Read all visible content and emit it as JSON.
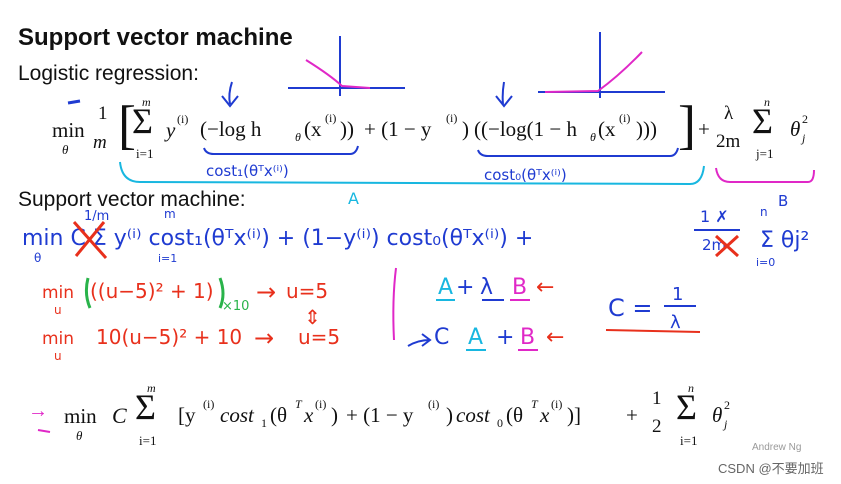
{
  "slide": {
    "title": "Support vector machine",
    "logistic_heading": "Logistic regression:",
    "svm_heading": "Support vector machine:"
  },
  "eq_logistic": {
    "min": "min",
    "min_sub": "θ",
    "frac_num": "1",
    "frac_den": "m",
    "sum_top": "m",
    "sum_bot": "i=1",
    "y_i": "y",
    "sup_i": "(i)",
    "neg_log_h": "(−log h",
    "theta_sub": "θ",
    "x_i": "(x",
    "close": "))",
    "plus_one_minus_y": "+ (1 − y",
    "neg_log_one_minus_h": "((−log(1 − h",
    "close2": ")))",
    "bracket_close": "]",
    "plus": "+",
    "lambda": "λ",
    "two_m": "2m",
    "sum2_top": "n",
    "sum2_bot": "j=1",
    "theta_j": "θ",
    "theta_j_sub": "j",
    "theta_j_sup": "2"
  },
  "eq_final": {
    "arrow": "→",
    "min": "min",
    "min_sub": "θ",
    "C": "C",
    "sum_top": "m",
    "sum_bot": "i=1",
    "open": "[y",
    "sup_i": "(i)",
    "cost1": "cost",
    "sub1": "1",
    "theta_T_x": "(θ",
    "sup_T": "T",
    "x_part": "x",
    "close_paren": ")",
    "plus_one_minus_y": "+ (1 − y",
    "cost0": "cost",
    "sub0": "0",
    "close_bracket": ")]",
    "plus": "+",
    "half_num": "1",
    "half_den": "2",
    "sum2_top": "n",
    "sum2_bot": "i=1",
    "theta_j": "θ",
    "theta_j_sub": "j",
    "theta_j_sup": "2"
  },
  "annotations": {
    "cost1_label": "cost₁(θᵀx⁽ⁱ⁾)",
    "cost0_label": "cost₀(θᵀx⁽ⁱ⁾)",
    "A_label": "A",
    "B_label": "B",
    "svm_line": "min  C  Σ y⁽ⁱ⁾ cost₁(θᵀx⁽ⁱ⁾) + (1−y⁽ⁱ⁾) cost₀(θᵀx⁽ⁱ⁾)  +",
    "svm_min_sub": "θ",
    "svm_m_over": "1/m",
    "svm_sum_top": "m",
    "svm_sum_bot": "i=1",
    "svm_reg_frac": "1 ✗",
    "svm_reg_den": "2m",
    "svm_reg_sum": "Σ θj²",
    "svm_reg_sum_top": "n",
    "svm_reg_sum_bot": "i=0",
    "ex1_min": "min",
    "ex1_sub": "u",
    "ex1_expr": "((u−5)² + 1)",
    "ex1_times": "×10",
    "ex1_arrow": "→",
    "ex1_result": "u=5",
    "ex2_min": "min",
    "ex2_sub": "u",
    "ex2_expr": "10(u−5)² + 10",
    "ex2_arrow": "→",
    "ex2_result": "u=5",
    "equiv_arrows": "⇕",
    "eq_A": "A",
    "eq_plus": "+",
    "eq_lambda": "λ",
    "eq_B": "B",
    "eq_arrow_left": "←",
    "eq_C": "C",
    "eq_A2": "A",
    "eq_plus2": "+",
    "eq_B2": "B",
    "eq_arrow_left2": "←",
    "c_eq": "C =",
    "c_num": "1",
    "c_den": "λ"
  },
  "footer": {
    "watermark": "CSDN @不要加班",
    "credit": "Andrew Ng"
  },
  "colors": {
    "ink_black": "#111111",
    "ink_blue": "#1f3bd1",
    "ink_cyan": "#18b7e0",
    "ink_magenta": "#e028c7",
    "ink_red": "#e8301c",
    "ink_green": "#29b34a",
    "ink_purple": "#7b2fd0"
  }
}
